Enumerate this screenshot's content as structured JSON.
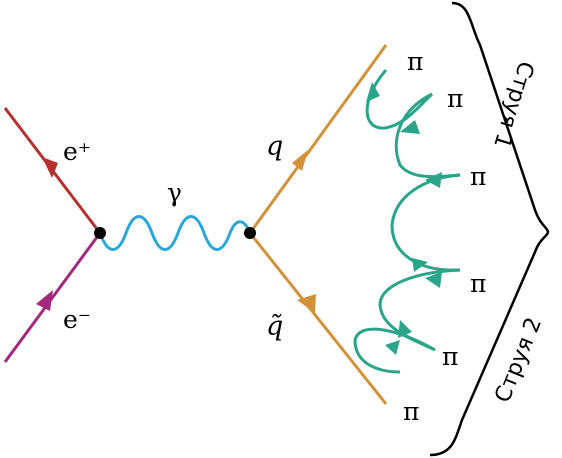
{
  "labels": {
    "positron": "e⁺",
    "electron": "e⁻",
    "photon": "γ",
    "quark": "q",
    "antiquark": "q̃",
    "pion": "π"
  },
  "jets": {
    "jet1": "Струя 1",
    "jet2": "Струя 2"
  },
  "colors": {
    "positron_line": "#b5302e",
    "electron_line": "#a3297f",
    "photon_line": "#29a7d9",
    "quark_line": "#d2923a",
    "pion_line": "#2aa58a",
    "bracket": "#000000",
    "vertex": "#000000"
  },
  "icons": {
    "vertex": "black-dot",
    "arrow": "filled-triangle-arrowhead"
  }
}
